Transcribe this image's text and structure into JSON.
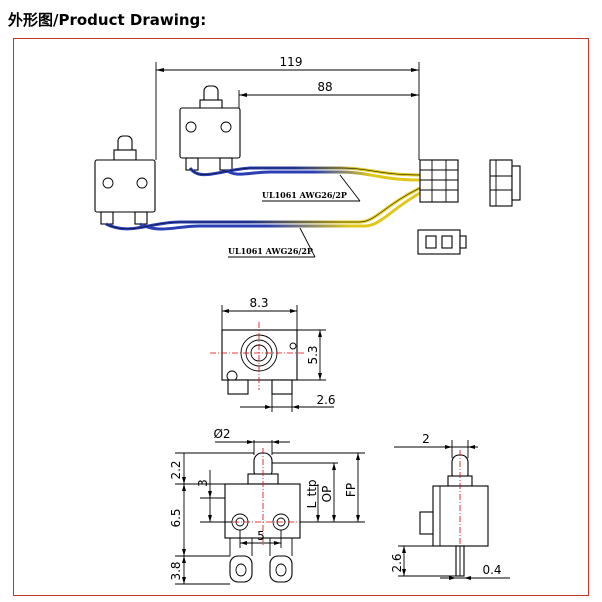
{
  "header": {
    "title": "外形图/Product Drawing:"
  },
  "colors": {
    "frame": "#c0392b",
    "wire_blue": "#2a3fb4",
    "wire_yellow": "#e0c81a",
    "centerline": "#e00000"
  },
  "harness": {
    "dim_total": "119",
    "dim_short": "88",
    "cable_label_upper": "UL1061 AWG26/2P",
    "cable_label_lower": "UL1061 AWG26/2P"
  },
  "front_view": {
    "dim_width": "8.3",
    "dim_height": "5.3",
    "dim_offset": "2.6"
  },
  "side_view": {
    "dim_dia": "Ø2",
    "dim_top": "2.2",
    "dim_3": "3",
    "dim_6_5": "6.5",
    "dim_bottom": "3.8",
    "dim_5": "5",
    "dim_l": "L",
    "dim_ttp": "ttp",
    "dim_op": "OP",
    "dim_fp": "FP"
  },
  "end_view": {
    "dim_2": "2",
    "dim_2_6": "2.6",
    "dim_0_4": "0.4"
  }
}
